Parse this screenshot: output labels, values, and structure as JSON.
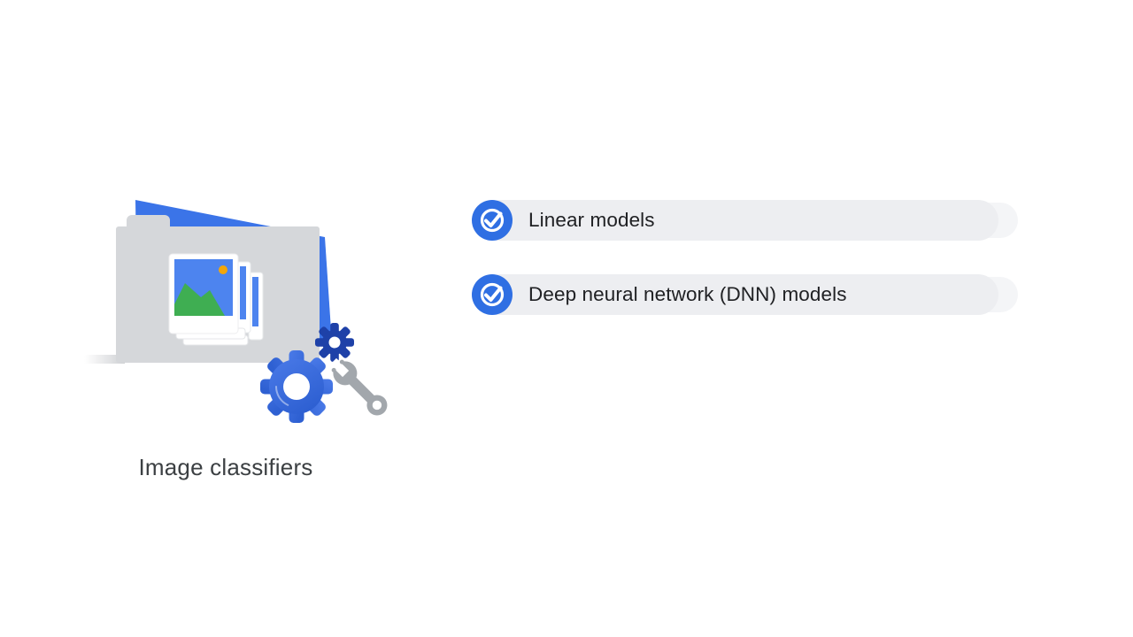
{
  "slide": {
    "background_color": "#ffffff",
    "illustration": {
      "icon": "image-classifier-folder-illustration",
      "caption": "Image classifiers",
      "parts": [
        "folder-icon",
        "photo-stack-icon",
        "gear-icon-large",
        "gear-icon-small",
        "wrench-icon"
      ]
    },
    "checklist": {
      "items": [
        {
          "icon": "check-circle-icon",
          "label": "Linear models"
        },
        {
          "icon": "check-circle-icon",
          "label": "Deep neural network (DNN) models"
        }
      ]
    },
    "colors": {
      "check_circle_blue": "#2f6fe3",
      "list_pill_gray": "#edeef1",
      "list_text": "#202124",
      "caption_text": "#3c4043",
      "folder_gray": "#d5d7da",
      "sheet_blue": "#3b74e8",
      "photo_blue": "#4d84ef",
      "mountain_green": "#3fae52",
      "sun_orange": "#f2a60c",
      "gear_blue": "#3b6ce1",
      "gear_navy": "#1e41a8",
      "wrench_gray": "#a2a7ac"
    }
  }
}
